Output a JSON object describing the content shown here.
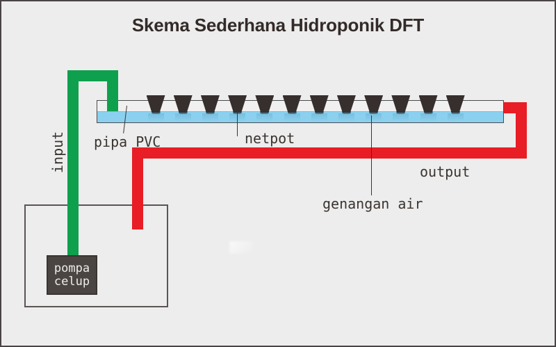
{
  "title": "Skema Sederhana Hidroponik DFT",
  "labels": {
    "input": "input",
    "pipa_pvc": "pipa PVC",
    "netpot": "netpot",
    "output": "output",
    "genangan_air": "genangan air"
  },
  "pump": {
    "line1": "pompa",
    "line2": "celup"
  },
  "netpots": {
    "count": 12
  },
  "colors": {
    "bg": "#ededed",
    "frame": "#4a4446",
    "title": "#332b29",
    "label": "#3b3430",
    "green": "#0fa04e",
    "red": "#e81d25",
    "water": "#8bd1ef",
    "netpot": "#362f2d",
    "pump": "#4a4543",
    "pumpText": "#eeecea"
  }
}
